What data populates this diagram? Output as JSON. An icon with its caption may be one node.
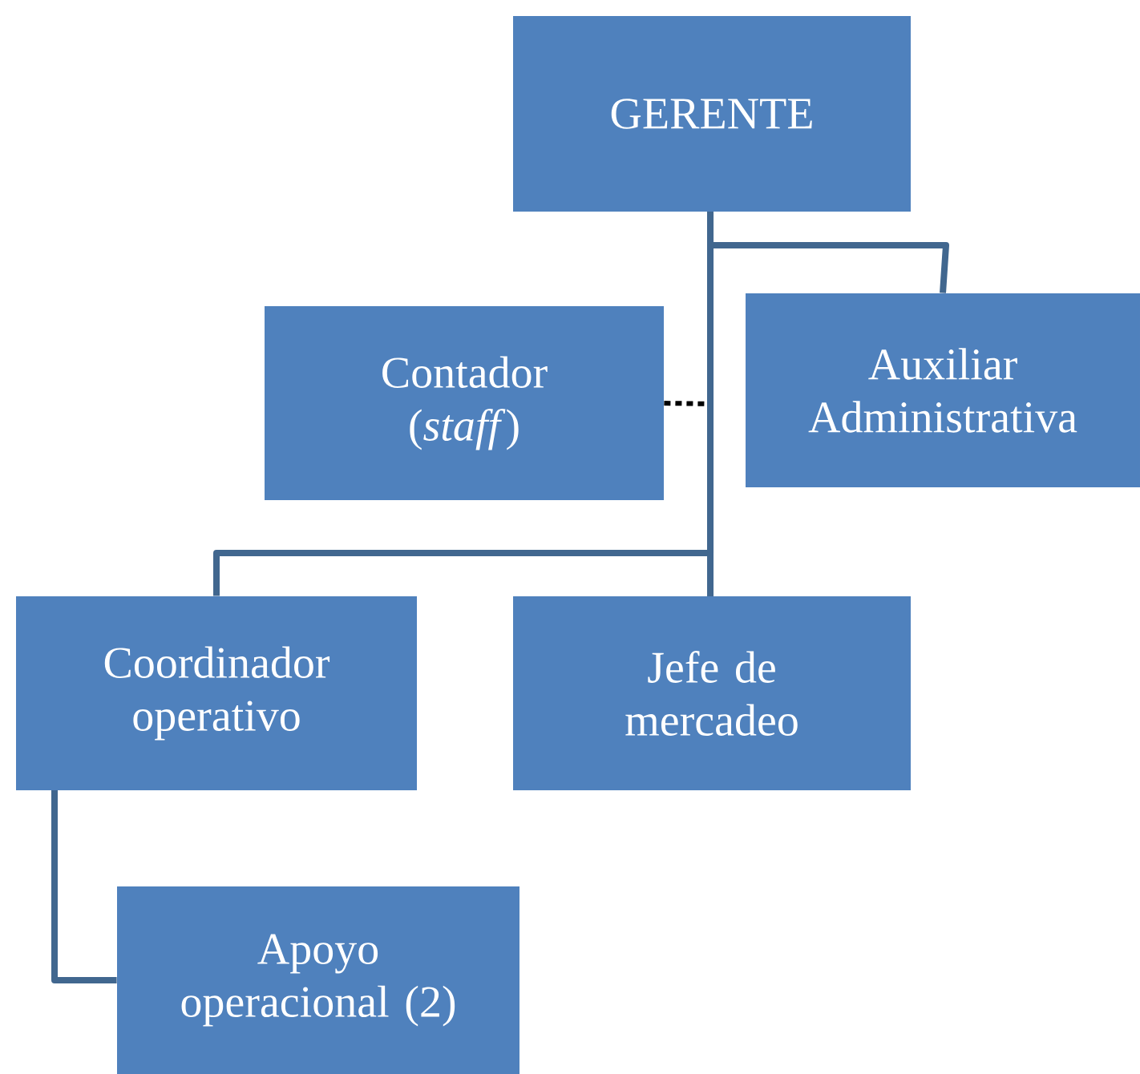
{
  "diagram": {
    "nodes": [
      {
        "text": [
          "GERENTE"
        ]
      },
      {
        "text": [
          "Contador (*staff*)"
        ]
      },
      {
        "text": [
          "Auxiliar Administrativa"
        ]
      },
      {
        "text": [
          "Coordinador operativo"
        ]
      },
      {
        "text": [
          "Jefe de mercadeo"
        ]
      },
      {
        "text": [
          "Apoyo operacional (2)"
        ]
      }
    ],
    "edges": [
      {
        "from": 0,
        "to": 2,
        "arrow": "none"
      },
      {
        "from": 1,
        "to": 0,
        "arrow": "none",
        "style": "dashed",
        "color": "#000000"
      },
      {
        "from": 0,
        "to": 3,
        "arrow": "none"
      },
      {
        "from": 0,
        "to": 4,
        "arrow": "none"
      },
      {
        "from": 3,
        "to": 5,
        "arrow": "none"
      }
    ]
  }
}
